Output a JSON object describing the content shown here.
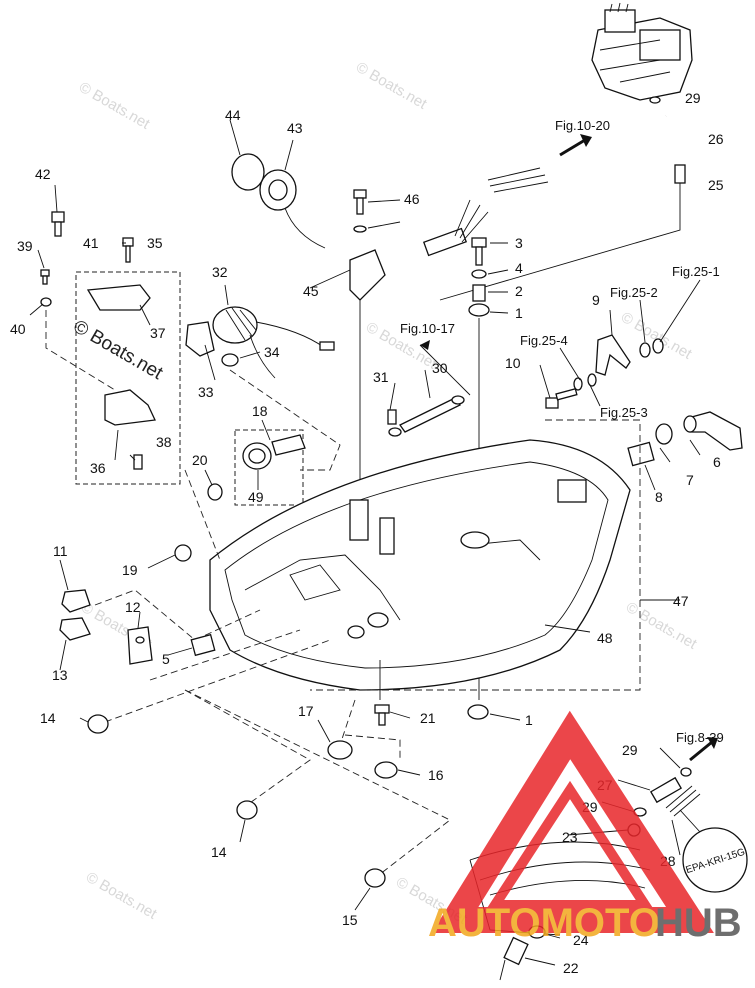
{
  "watermarks": {
    "small": "© Boats.net",
    "large": "© Boats.net"
  },
  "figure_refs": {
    "fig_10_20": "Fig.10-20",
    "fig_10_17": "Fig.10-17",
    "fig_25_1": "Fig.25-1",
    "fig_25_2": "Fig.25-2",
    "fig_25_3": "Fig.25-3",
    "fig_25_4": "Fig.25-4",
    "fig_8_39": "Fig.8-39"
  },
  "callouts": {
    "c1a": "1",
    "c1b": "1",
    "c2": "2",
    "c3": "3",
    "c4": "4",
    "c5": "5",
    "c6": "6",
    "c7": "7",
    "c8": "8",
    "c9": "9",
    "c10": "10",
    "c11": "11",
    "c12": "12",
    "c13": "13",
    "c14a": "14",
    "c14b": "14",
    "c15": "15",
    "c16": "16",
    "c17": "17",
    "c18": "18",
    "c19": "19",
    "c20": "20",
    "c21": "21",
    "c22": "22",
    "c23": "23",
    "c24": "24",
    "c25": "25",
    "c26": "26",
    "c27": "27",
    "c28": "28",
    "c29a": "29",
    "c29b": "29",
    "c29c": "29",
    "c30": "30",
    "c31": "31",
    "c32": "32",
    "c33": "33",
    "c34": "34",
    "c35": "35",
    "c36": "36",
    "c37": "37",
    "c38": "38",
    "c39": "39",
    "c40": "40",
    "c41": "41",
    "c42": "42",
    "c43": "43",
    "c44": "44",
    "c45": "45",
    "c46": "46",
    "c47": "47",
    "c48": "48",
    "c49": "49"
  },
  "badge_text": "EPA-KRI-15G",
  "logo": {
    "auto": "AUTOMOTO",
    "hub": "HUB",
    "triangle_color": "#e8262a",
    "auto_color": "#f2a81d",
    "hub_color": "#555555"
  }
}
